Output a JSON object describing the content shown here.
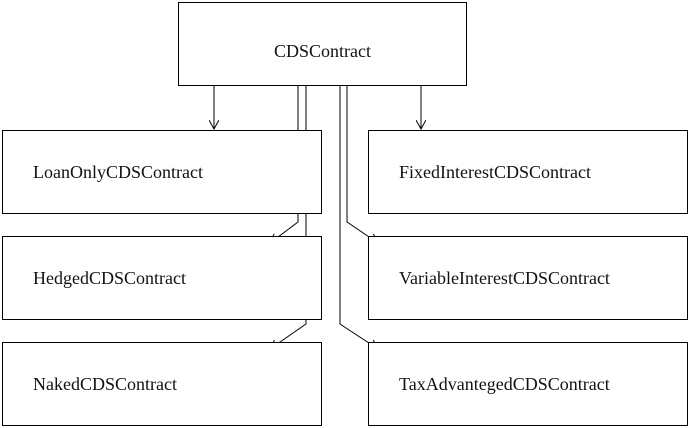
{
  "diagram": {
    "root": {
      "label": "CDSContract"
    },
    "children": {
      "loan_only": "LoanOnlyCDSContract",
      "hedged": "HedgedCDSContract",
      "naked": "NakedCDSContract",
      "fixed_interest": "FixedInterestCDSContract",
      "variable_interest": "VariableInterestCDSContract",
      "tax_advantaged": "TaxAdvantegedCDSContract"
    }
  }
}
